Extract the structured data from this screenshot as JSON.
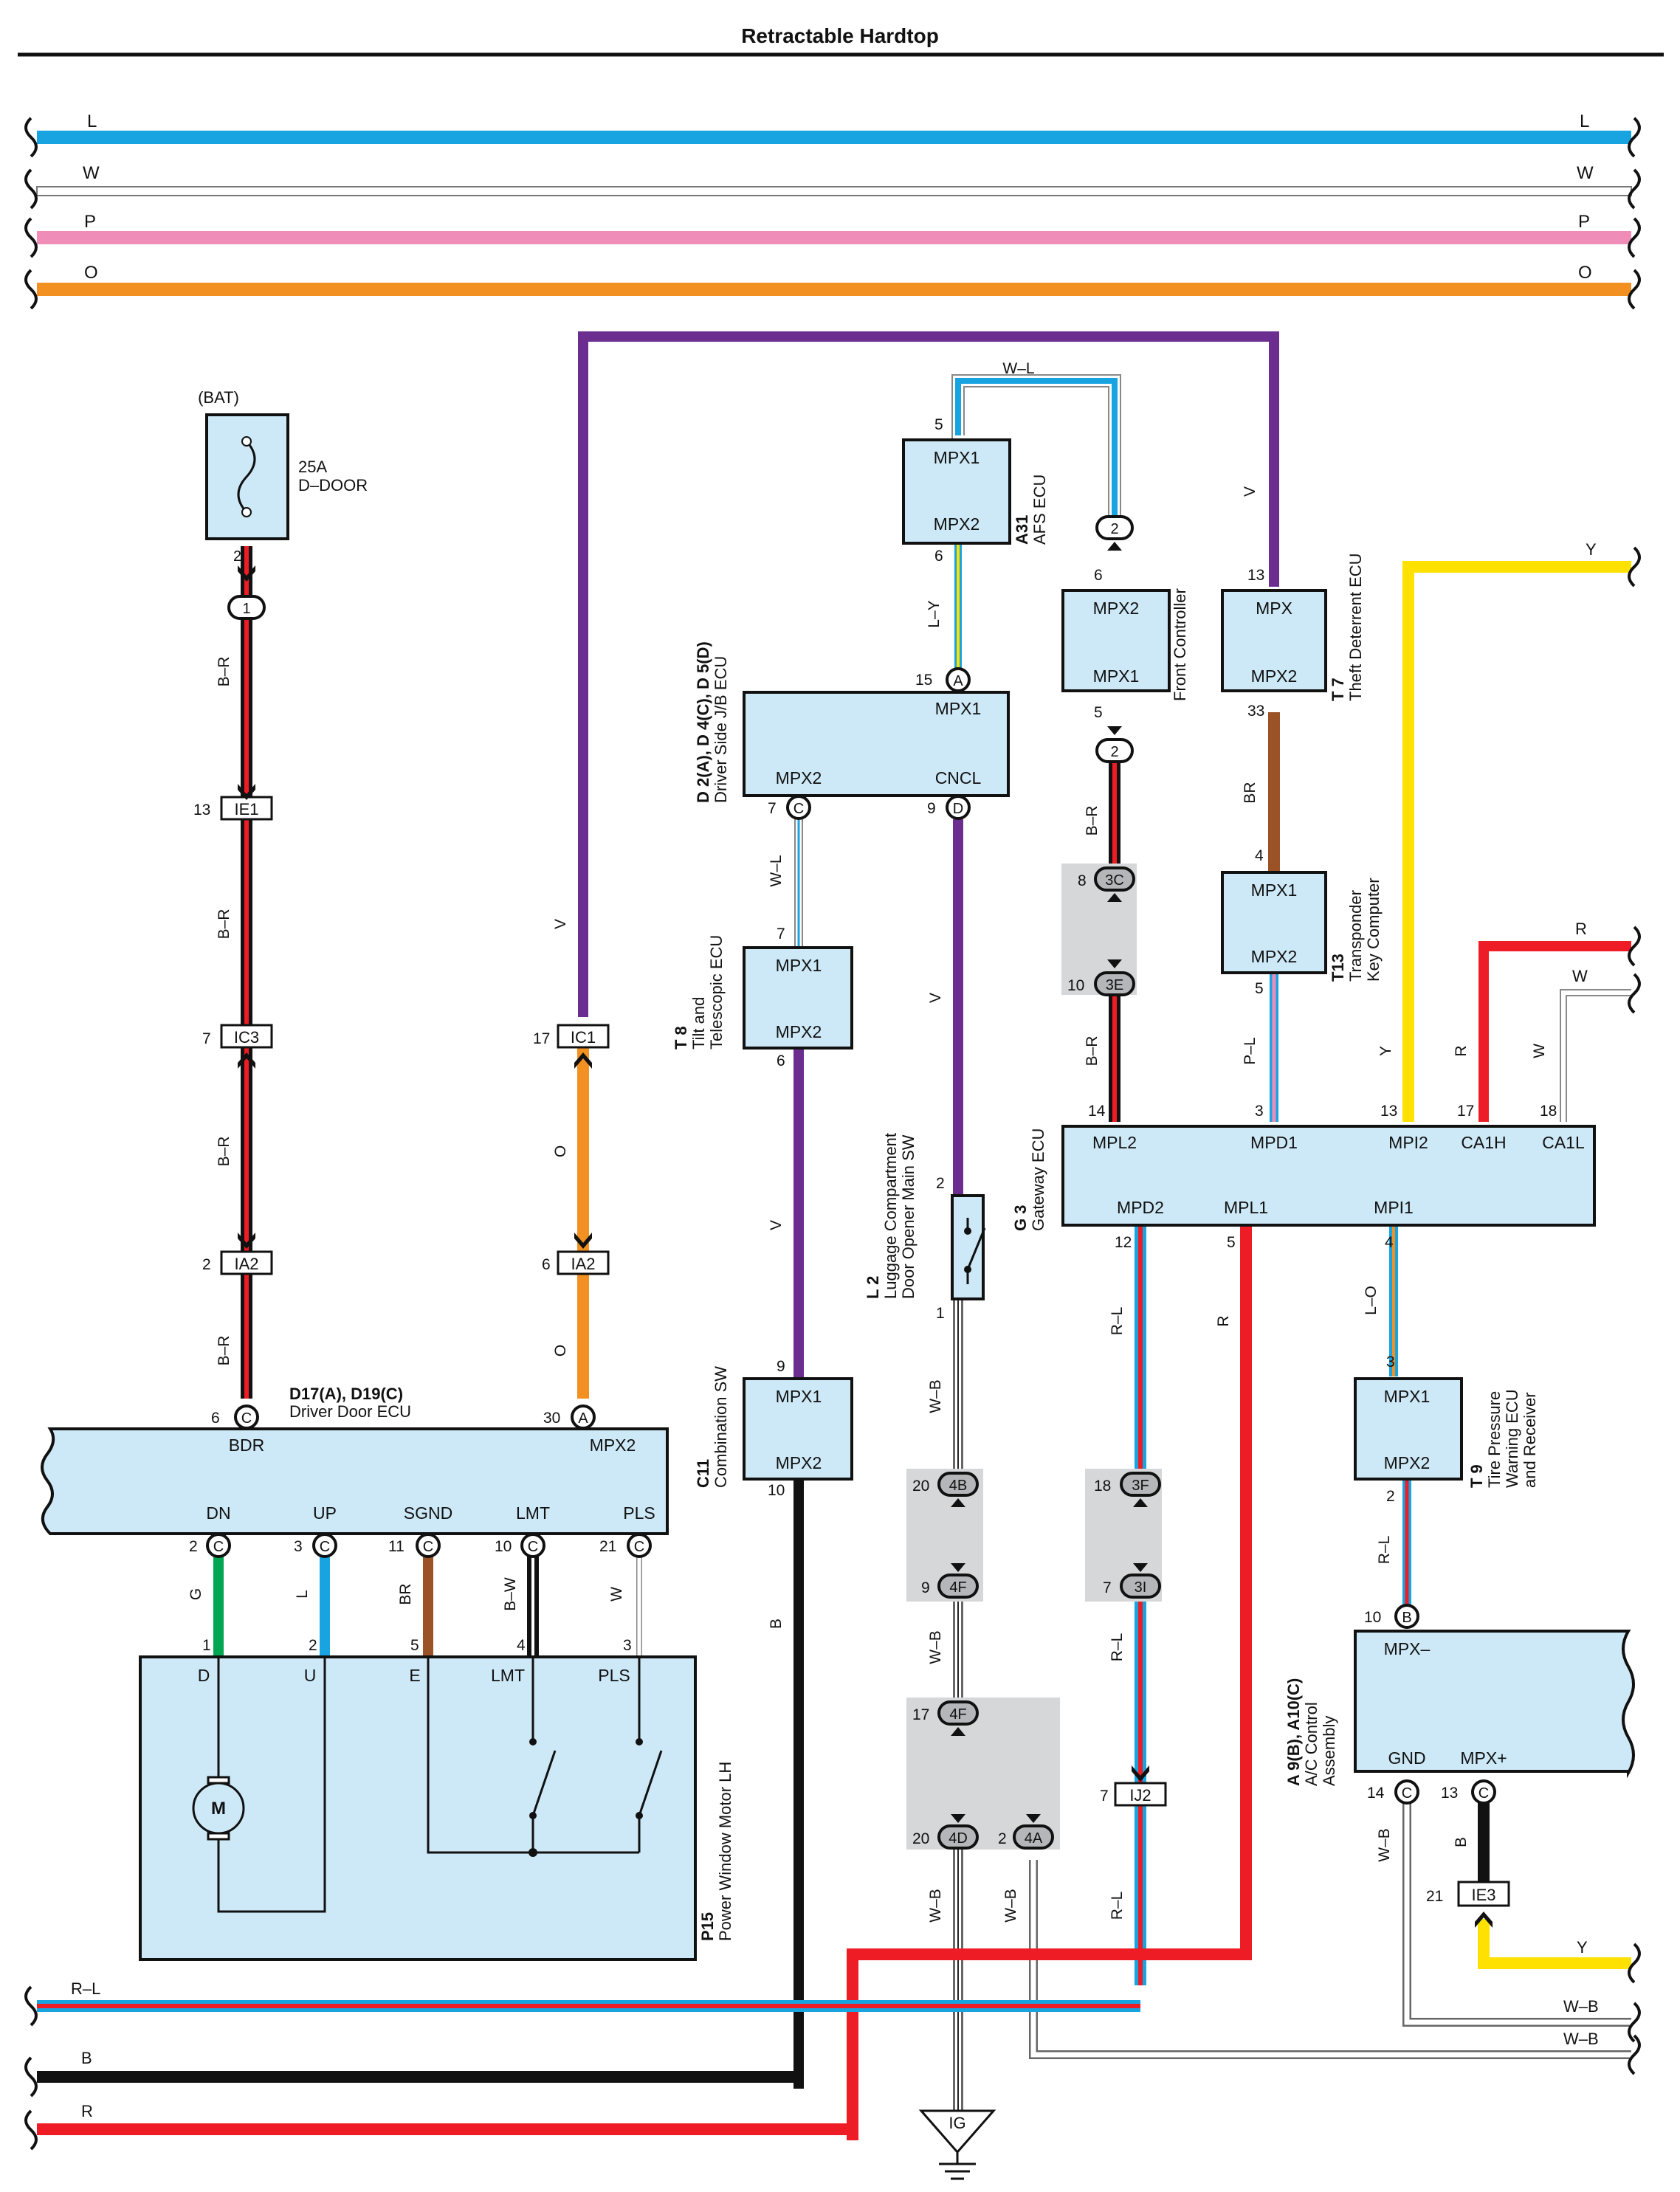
{
  "title": "Retractable Hardtop",
  "colors": {
    "L": "#18a4e0",
    "W": "#ffffff",
    "P": "#f08cb8",
    "O": "#f29121",
    "V": "#6c2d91",
    "Y": "#ffe100",
    "R": "#ee1c24",
    "B": "#111111",
    "BR": "#9b5227",
    "G": "#00a651",
    "box": "#cde9f7",
    "gray": "#d6d7d9"
  },
  "top_buses": [
    {
      "code": "L"
    },
    {
      "code": "W"
    },
    {
      "code": "P"
    },
    {
      "code": "O"
    }
  ],
  "bottom_buses": [
    {
      "code": "R–L"
    },
    {
      "code": "B"
    },
    {
      "code": "R"
    }
  ],
  "components": {
    "bat": "(BAT)",
    "fuse": {
      "amp": "25A",
      "name": "D–DOOR"
    },
    "afs": {
      "code": "A31",
      "name": "AFS ECU",
      "t1": "MPX1",
      "t2": "MPX2"
    },
    "front": {
      "name": "Front Controller",
      "t1": "MPX2",
      "t2": "MPX1"
    },
    "theft": {
      "code": "T 7",
      "name": "Theft Deterrent ECU",
      "t1": "MPX",
      "t2": "MPX2"
    },
    "jb": {
      "code": "D 2(A), D 4(C), D 5(D)",
      "name": "Driver Side J/B ECU",
      "t1": "MPX1",
      "t2": "MPX2",
      "t3": "CNCL"
    },
    "tilt": {
      "code": "T 8",
      "name1": "Tilt and",
      "name2": "Telescopic ECU",
      "t1": "MPX1",
      "t2": "MPX2"
    },
    "transponder": {
      "code": "T13",
      "name1": "Transponder",
      "name2": "Key Computer",
      "t1": "MPX1",
      "t2": "MPX2"
    },
    "luggage": {
      "code": "L 2",
      "name1": "Luggage Compartment",
      "name2": "Door Opener Main SW"
    },
    "gateway": {
      "code": "G 3",
      "name": "Gateway ECU",
      "t1": "MPL2",
      "t2": "MPD1",
      "t3": "MPI2",
      "t4": "CA1H",
      "t5": "CA1L",
      "t6": "MPD2",
      "t7": "MPL1",
      "t8": "MPI1"
    },
    "ddecu": {
      "code": "D17(A), D19(C)",
      "name": "Driver Door ECU",
      "t1": "BDR",
      "t2": "MPX2",
      "t3": "DN",
      "t4": "UP",
      "t5": "SGND",
      "t6": "LMT",
      "t7": "PLS"
    },
    "combo": {
      "code": "C11",
      "name": "Combination SW",
      "t1": "MPX1",
      "t2": "MPX2"
    },
    "tire": {
      "code": "T 9",
      "name1": "Tire Pressure",
      "name2": "Warning ECU",
      "name3": "and Receiver",
      "t1": "MPX1",
      "t2": "MPX2"
    },
    "ac": {
      "code": "A 9(B), A10(C)",
      "name1": "A/C Control",
      "name2": "Assembly",
      "t1": "MPX–",
      "t2": "GND",
      "t3": "MPX+"
    },
    "motor": {
      "code": "P15",
      "name": "Power Window Motor LH",
      "t1": "D",
      "t2": "U",
      "t3": "E",
      "t4": "LMT",
      "t5": "PLS",
      "m": "M"
    },
    "ground": "IG"
  },
  "connectors": {
    "ie1": "IE1",
    "ic3": "IC3",
    "ia2a": "IA2",
    "ic1": "IC1",
    "ia2b": "IA2",
    "c3c": "3C",
    "c3e": "3E",
    "c4b": "4B",
    "c4f": "4F",
    "c4f2": "4F",
    "c4d": "4D",
    "c4a": "4A",
    "c3f": "3F",
    "c3i": "3I",
    "ij2": "IJ2",
    "ie3": "IE3",
    "ring1": "1",
    "ring2a": "2",
    "ring2b": "2",
    "A": "A",
    "C": "C",
    "D": "D",
    "B": "B"
  },
  "pins": {
    "fuse2": "2",
    "ie1": "13",
    "ic3": "7",
    "ia2a": "2",
    "ic1": "17",
    "ia2b": "6",
    "dd6": "6",
    "dd30": "30",
    "dd2": "2",
    "dd3": "3",
    "dd11": "11",
    "dd10": "10",
    "dd21": "21",
    "m1": "1",
    "m2": "2",
    "m5": "5",
    "m4": "4",
    "m3": "3",
    "afs5": "5",
    "afs6": "6",
    "jb15": "15",
    "jb7": "7",
    "jb9": "9",
    "tilt7": "7",
    "tilt6": "6",
    "combo9": "9",
    "combo10": "10",
    "lug2": "2",
    "lug1": "1",
    "c4b": "20",
    "c4f": "9",
    "c4f2": "17",
    "c4d": "20",
    "c4a": "2",
    "fc6": "6",
    "fc5": "5",
    "c3c": "8",
    "c3e": "10",
    "gw14": "14",
    "gw3": "3",
    "gw13": "13",
    "gw17": "17",
    "gw18": "18",
    "gw12": "12",
    "gw5": "5",
    "gw4": "4",
    "c3f": "18",
    "c3i": "7",
    "ij2": "7",
    "th13": "13",
    "th33": "33",
    "tr4": "4",
    "tr5": "5",
    "tp3": "3",
    "tp2": "2",
    "ac10": "10",
    "ac14": "14",
    "ac13": "13",
    "ie3": "21"
  },
  "wires": {
    "br": "B–R",
    "v": "V",
    "o": "O",
    "wl": "W–L",
    "ly": "L–Y",
    "wb": "W–B",
    "b": "B",
    "rl": "R–L",
    "r": "R",
    "brw": "BR",
    "pl": "P–L",
    "y": "Y",
    "w": "W",
    "lo": "L–O",
    "g": "G",
    "l": "L",
    "bw": "B–W"
  },
  "right_ends": {
    "y1": "Y",
    "r": "R",
    "w": "W",
    "y2": "Y",
    "wb1": "W–B",
    "wb2": "W–B"
  }
}
